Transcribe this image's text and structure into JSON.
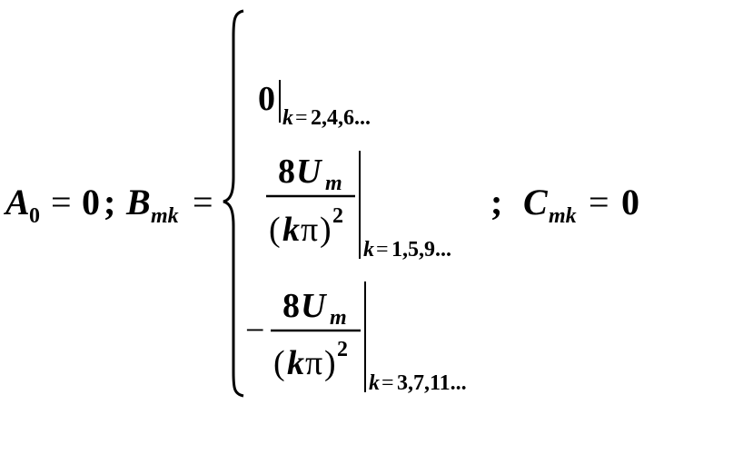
{
  "formula": {
    "lhs": {
      "a_symbol": "A",
      "a_subscript": "0",
      "equals": "=",
      "a_value": "0",
      "separator": ";",
      "b_symbol": "B",
      "b_subscript": "mk",
      "b_equals": "="
    },
    "cases": [
      {
        "numerator_coef": "",
        "expression": "0",
        "condition_var": "k",
        "condition_eq": "=",
        "condition_values": "2,4,6..."
      },
      {
        "sign": "",
        "numerator_coef": "8",
        "numerator_symbol": "U",
        "numerator_subscript": "m",
        "denominator_open": "(",
        "denominator_var": "k",
        "denominator_pi": "π",
        "denominator_close": ")",
        "denominator_exp": "2",
        "condition_var": "k",
        "condition_eq": "=",
        "condition_values": "1,5,9..."
      },
      {
        "sign": "−",
        "numerator_coef": "8",
        "numerator_symbol": "U",
        "numerator_subscript": "m",
        "denominator_open": "(",
        "denominator_var": "k",
        "denominator_pi": "π",
        "denominator_close": ")",
        "denominator_exp": "2",
        "condition_var": "k",
        "condition_eq": "=",
        "condition_values": "3,7,11..."
      }
    ],
    "rhs": {
      "separator": ";",
      "c_symbol": "C",
      "c_subscript": "mk",
      "equals": "=",
      "c_value": "0"
    }
  }
}
